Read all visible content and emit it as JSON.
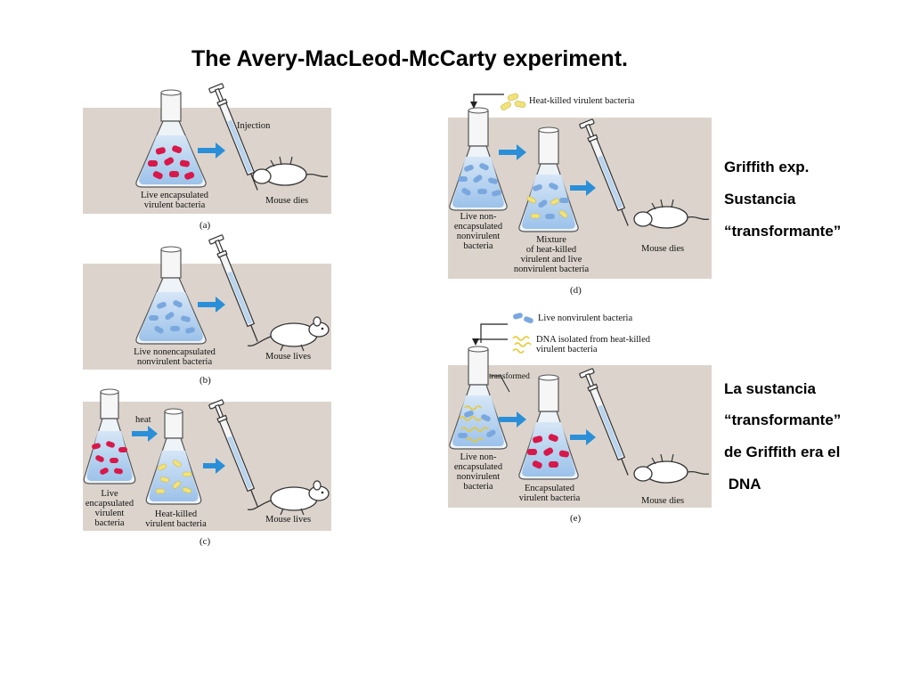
{
  "title": "The Avery-MacLeod-McCarty experiment.",
  "panel_a": {
    "label": "(a)",
    "injection": "Injection",
    "bacteria_line1": "Live encapsulated",
    "bacteria_line2": "virulent bacteria",
    "outcome": "Mouse dies"
  },
  "panel_b": {
    "label": "(b)",
    "bacteria_line1": "Live nonencapsulated",
    "bacteria_line2": "nonvirulent bacteria",
    "outcome": "Mouse lives"
  },
  "panel_c": {
    "label": "(c)",
    "heat": "heat",
    "live_line1": "Live",
    "live_line2": "encapsulated",
    "live_line3": "virulent",
    "live_line4": "bacteria",
    "killed_line1": "Heat-killed",
    "killed_line2": "virulent bacteria",
    "outcome": "Mouse lives"
  },
  "panel_d": {
    "label": "(d)",
    "legend": "Heat-killed virulent bacteria",
    "live_line1": "Live non-",
    "live_line2": "encapsulated",
    "live_line3": "nonvirulent",
    "live_line4": "bacteria",
    "mix_line1": "Mixture",
    "mix_line2": "of heat-killed",
    "mix_line3": "virulent and live",
    "mix_line4": "nonvirulent bacteria",
    "outcome": "Mouse dies"
  },
  "panel_e": {
    "label": "(e)",
    "legend1": "Live nonvirulent bacteria",
    "legend2_line1": "DNA isolated from heat-killed",
    "legend2_line2": "virulent bacteria",
    "transformed": "transformed",
    "live_line1": "Live non-",
    "live_line2": "encapsulated",
    "live_line3": "nonvirulent",
    "live_line4": "bacteria",
    "enc_line1": "Encapsulated",
    "enc_line2": "virulent bacteria",
    "outcome": "Mouse dies"
  },
  "notes_top": {
    "line1": "Griffith exp.",
    "line2": "Sustancia",
    "line3": "“transformante”"
  },
  "notes_bottom": {
    "line1": "La sustancia",
    "line2": "“transformante”",
    "line3": "de Griffith era el",
    "line4": " DNA"
  },
  "colors": {
    "panel_bg": "#dcd4cc",
    "arrow": "#2a8fd8",
    "virulent": "#d8184a",
    "nonvirulent": "#7aa8de",
    "heat_killed": "#f2e27a",
    "liquid": "#b8d4ee"
  }
}
